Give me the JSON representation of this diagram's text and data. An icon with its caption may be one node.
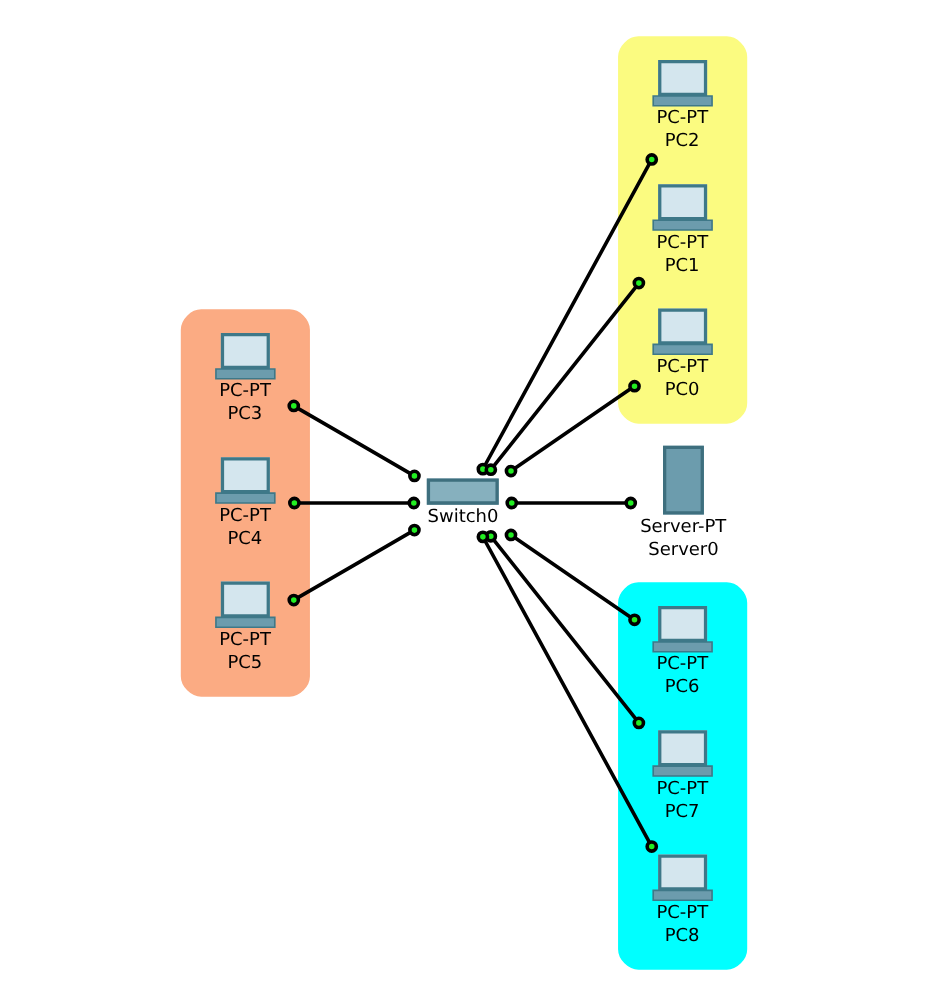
{
  "diagram": {
    "nodes": [
      {
        "text": [],
        "shape": "ellipse"
      },
      {
        "text": [
          "PC-PT",
          "PC2"
        ],
        "in": 0
      },
      {
        "text": [
          "PC-PT",
          "PC1"
        ],
        "in": 0
      },
      {
        "text": [
          "PC-PT",
          "PC0"
        ],
        "in": 0
      },
      {
        "text": [],
        "shape": "ellipse"
      },
      {
        "text": [
          "PC-PT",
          "PC3"
        ],
        "in": 4
      },
      {
        "text": [
          "PC-PT",
          "PC4"
        ],
        "in": 4
      },
      {
        "text": [
          "PC-PT",
          "PC5"
        ],
        "in": 4
      },
      {
        "text": [
          "Switch0"
        ]
      },
      {
        "text": [
          "Server-PT",
          "Server0"
        ]
      },
      {
        "text": [],
        "shape": "ellipse"
      },
      {
        "text": [
          "PC-PT",
          "PC6"
        ],
        "in": 10
      },
      {
        "text": [
          "PC-PT",
          "PC7"
        ],
        "in": 10
      },
      {
        "text": [
          "PC-PT",
          "PC8"
        ],
        "in": 10
      }
    ],
    "edges": [
      {
        "from": 8,
        "to": 1,
        "arrow": "other"
      },
      {
        "from": 8,
        "to": 2,
        "arrow": "other"
      },
      {
        "from": 8,
        "to": 3,
        "arrow": "other"
      },
      {
        "from": 5,
        "to": 8,
        "arrow": "other"
      },
      {
        "from": 8,
        "to": 9,
        "arrow": "other"
      },
      {
        "from": 6,
        "to": 8,
        "arrow": "other"
      },
      {
        "from": 7,
        "to": 8,
        "arrow": "other"
      },
      {
        "from": 8,
        "to": 11,
        "arrow": "other"
      },
      {
        "from": 8,
        "to": 12,
        "arrow": "other"
      },
      {
        "from": 8,
        "to": 13,
        "arrow": "other"
      }
    ]
  }
}
